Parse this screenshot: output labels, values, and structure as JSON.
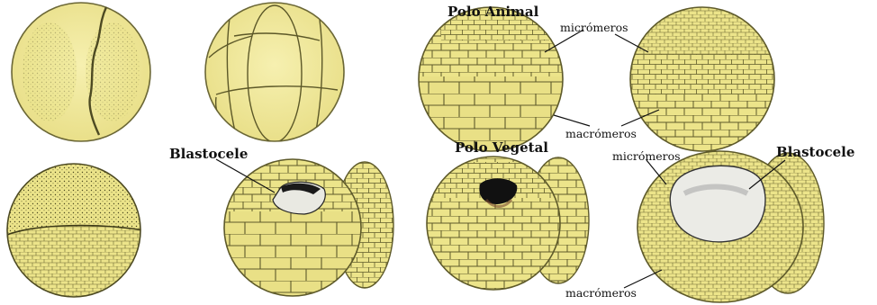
{
  "labels": {
    "polo_animal": "Polo Animal",
    "polo_vegetal": "Polo Vegetal",
    "micromeros": "micrómeros",
    "macromeros": "macrómeros",
    "blastocele": "Blastocele"
  },
  "colors": {
    "yolk": "#f3ec9c",
    "cell_fill": "#ece48a",
    "cell_line": "#5e5a2a",
    "cavity": "#1a1a1a",
    "blastocele_light": "#e9e9e2",
    "background": "#ffffff"
  }
}
